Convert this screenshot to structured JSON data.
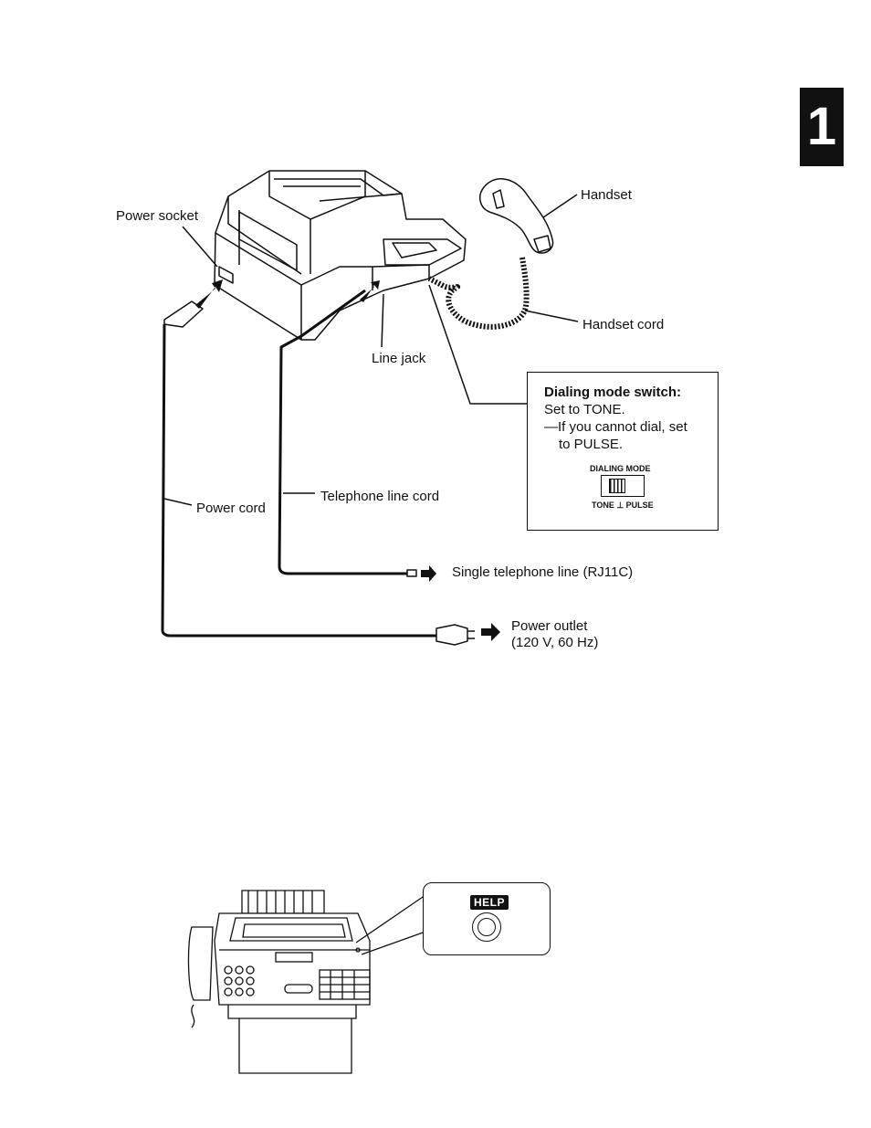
{
  "page": {
    "chapter_number": "1"
  },
  "connection_diagram": {
    "labels": {
      "power_socket": "Power socket",
      "handset": "Handset",
      "handset_cord": "Handset cord",
      "line_jack": "Line jack",
      "power_cord": "Power cord",
      "telephone_line_cord": "Telephone line cord",
      "single_telephone_line": "Single telephone line (RJ11C)",
      "power_outlet": "Power outlet",
      "power_outlet_spec": "(120 V, 60 Hz)"
    },
    "dialing_mode_box": {
      "heading": "Dialing mode switch:",
      "line1": "Set to TONE.",
      "line2": "—If you cannot dial, set",
      "line3": "to PULSE.",
      "switch_title": "DIALING MODE",
      "switch_positions": "TONE ⊥ PULSE"
    }
  },
  "help_diagram": {
    "help_label": "HELP"
  }
}
